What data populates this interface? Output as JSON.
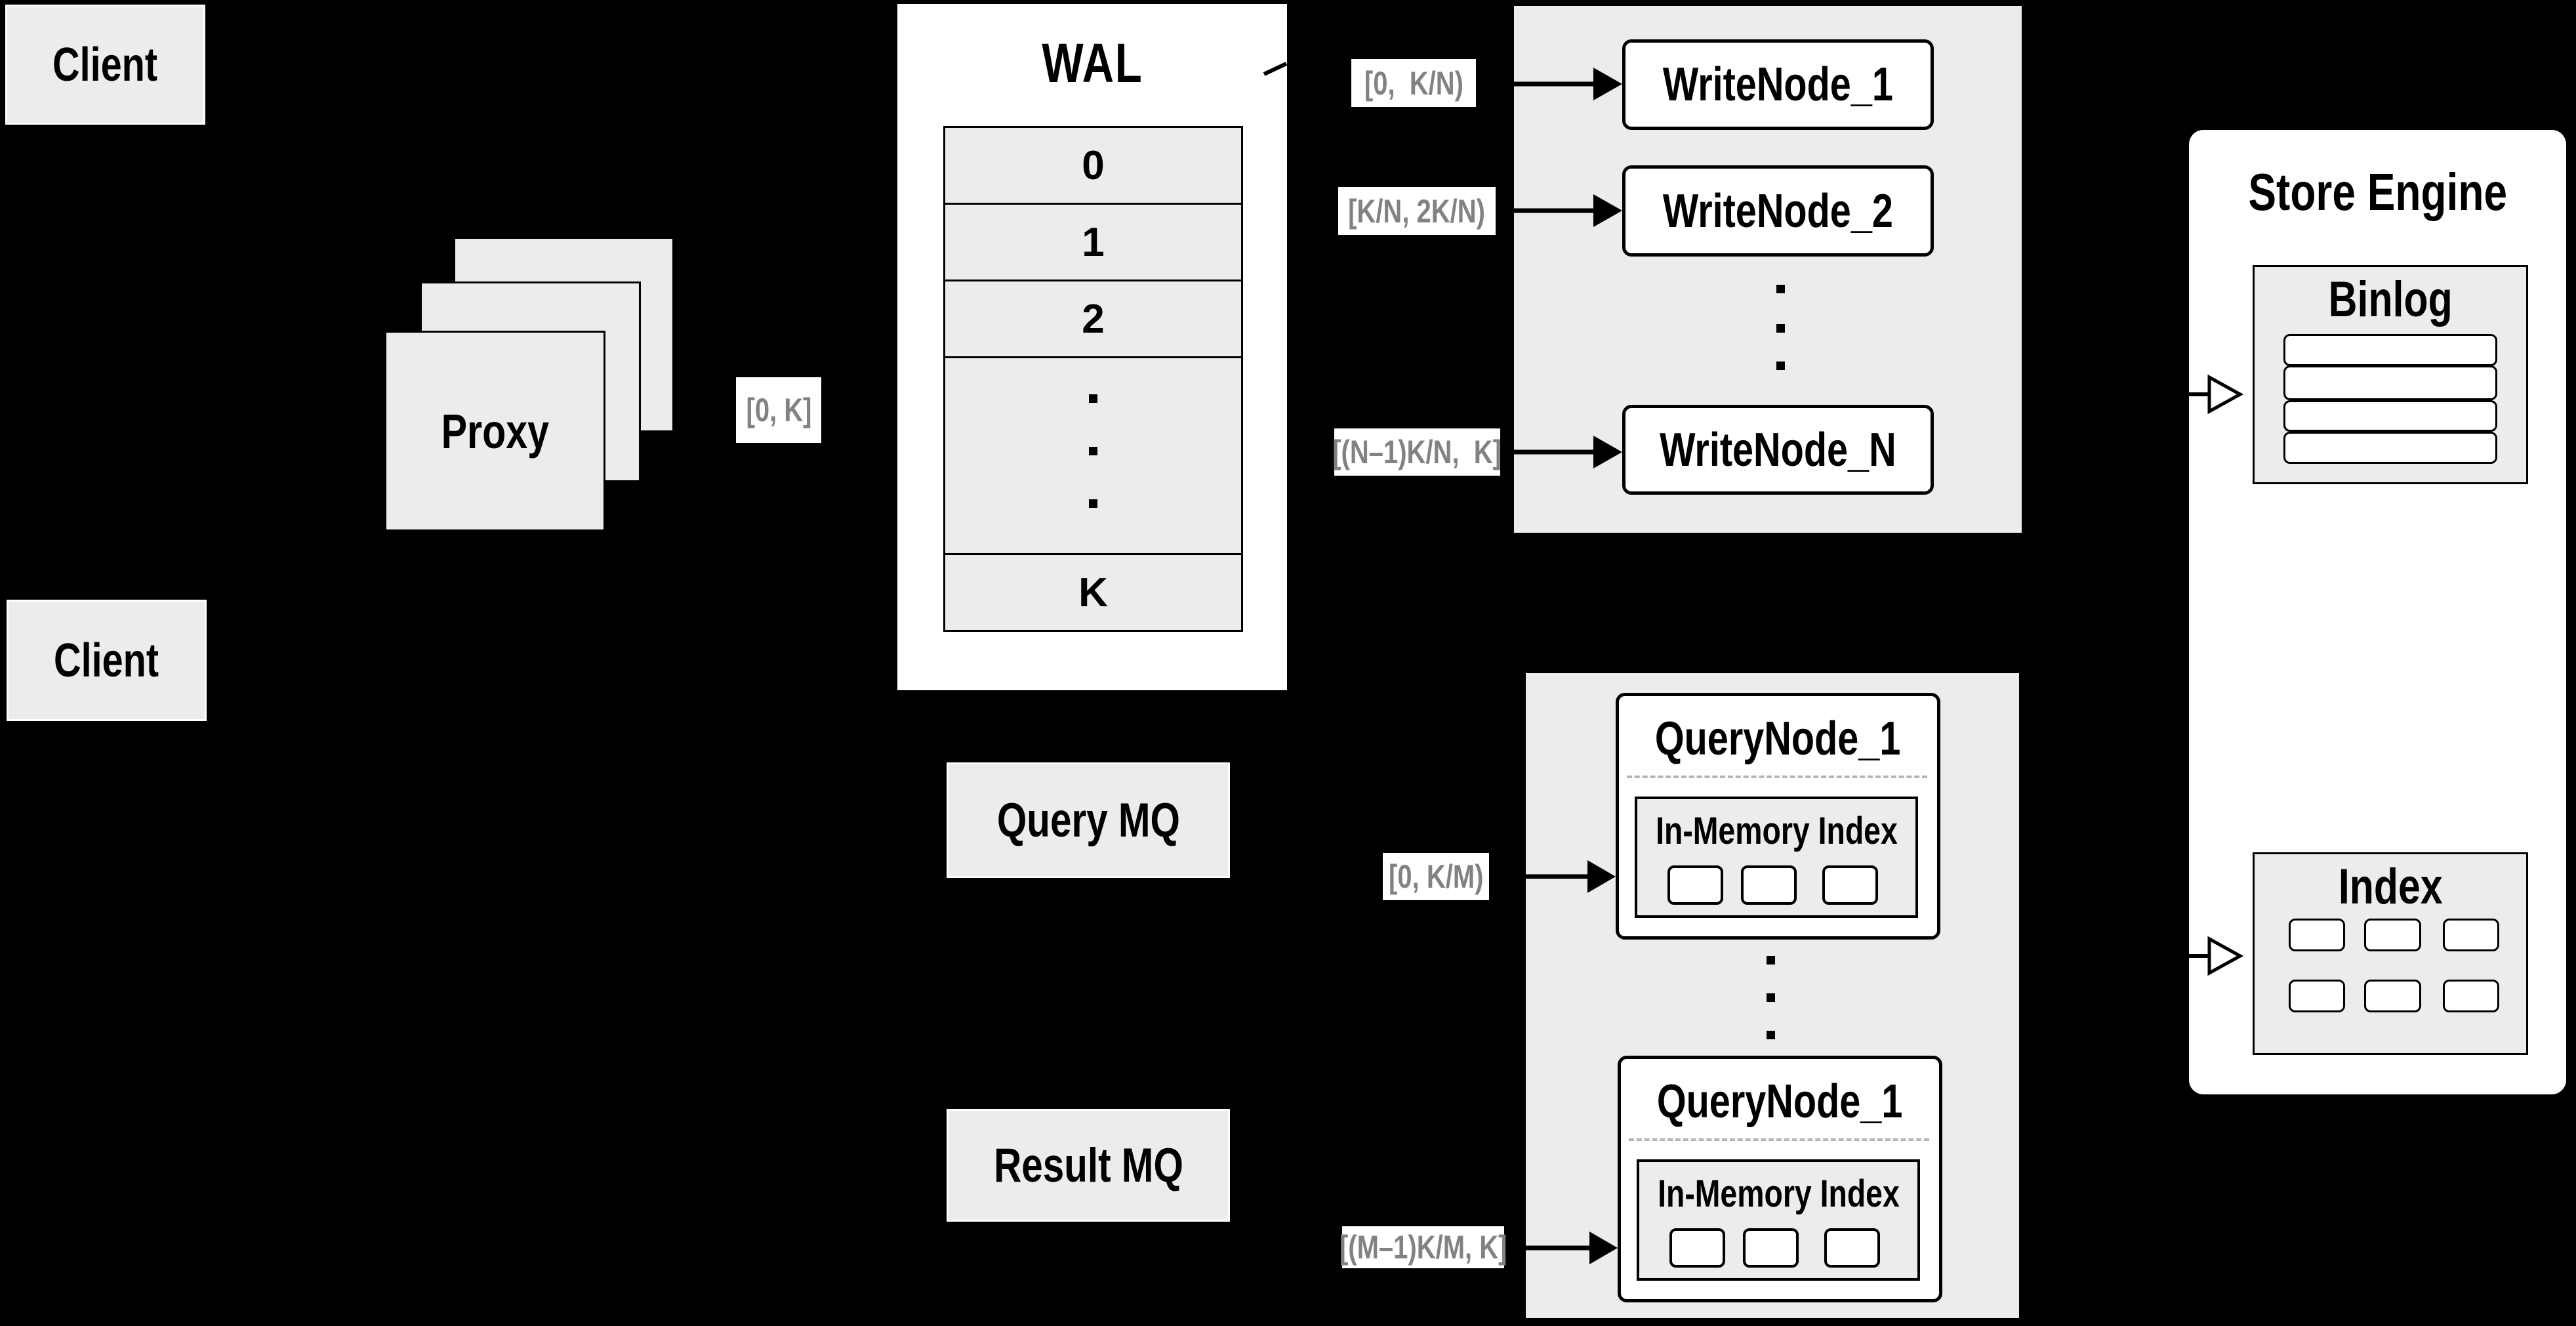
{
  "colors": {
    "background": "#000000",
    "box_gray": "#ececec",
    "box_white": "#ffffff",
    "border_black": "#000000",
    "border_white": "#ffffff",
    "range_text_gray": "#828282",
    "dash_gray": "#b5b5b5"
  },
  "clients": {
    "top": "Client",
    "bottom": "Client"
  },
  "proxy": {
    "label": "Proxy",
    "range_out": "[0, K]"
  },
  "wal": {
    "title": "WAL",
    "rows": [
      "0",
      "1",
      "2"
    ],
    "last_row": "K"
  },
  "write_section": {
    "ranges": [
      "[0,  K/N)",
      "[K/N, 2K/N)",
      "[(N–1)K/N,  K]"
    ],
    "nodes": [
      "WriteNode_1",
      "WriteNode_2",
      "WriteNode_N"
    ]
  },
  "query_section": {
    "query_mq": "Query MQ",
    "result_mq": "Result MQ",
    "ranges": [
      "[0, K/M)",
      "[(M–1)K/M, K]"
    ],
    "nodes": [
      {
        "title": "QueryNode_1",
        "inner_title": "In-Memory Index"
      },
      {
        "title": "QueryNode_1",
        "inner_title": "In-Memory Index"
      }
    ]
  },
  "store_engine": {
    "title": "Store Engine",
    "binlog": "Binlog",
    "index": "Index"
  }
}
